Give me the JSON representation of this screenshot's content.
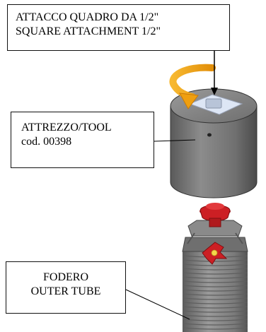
{
  "labels": {
    "attachment": {
      "line1": "ATTACCO QUADRO DA 1/2\"",
      "line2": "SQUARE ATTACHMENT 1/2\""
    },
    "tool": {
      "line1": "ATTREZZO/TOOL",
      "line2": "cod. 00398"
    },
    "outer_tube": {
      "line1": "FODERO",
      "line2": "OUTER TUBE"
    }
  },
  "colors": {
    "tool_body": "#7a7a7a",
    "tool_dark": "#4e4e4e",
    "tube_body": "#808080",
    "rotation_arrow": "#f2a514",
    "cap_red": "#cc1f24",
    "square_highlight": "#dde6f5",
    "center_dot": "#f5d84a"
  },
  "icons": {
    "rotation": "curved-rotation-arrow-icon",
    "pointer": "down-arrow-icon"
  }
}
